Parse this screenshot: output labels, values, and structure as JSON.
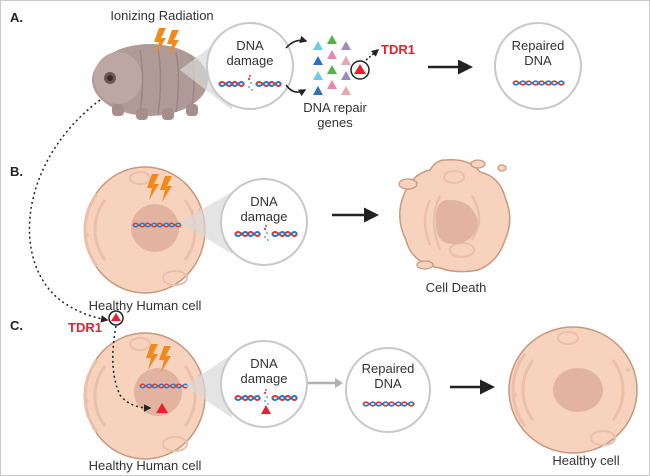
{
  "panels": {
    "a": {
      "label": "A.",
      "radiation_label": "Ionizing Radiation",
      "damage_bubble": {
        "line1": "DNA",
        "line2": "damage"
      },
      "genes_label": {
        "line1": "DNA repair",
        "line2": "genes"
      },
      "protein_label": "TDR1",
      "result_bubble": {
        "line1": "Repaired",
        "line2": "DNA"
      }
    },
    "b": {
      "label": "B.",
      "cell_label": "Healthy Human cell",
      "damage_bubble": {
        "line1": "DNA",
        "line2": "damage"
      },
      "outcome_label": "Cell Death"
    },
    "c": {
      "label": "C.",
      "protein_label": "TDR1",
      "cell_label": "Healthy Human cell",
      "damage_bubble": {
        "line1": "DNA",
        "line2": "damage"
      },
      "result_bubble": {
        "line1": "Repaired",
        "line2": "DNA"
      },
      "outcome_label": "Healthy cell"
    }
  },
  "colors": {
    "tdr1": "#e8202f",
    "bolt": "#f18a1c",
    "cell_fill": "#f7d2bd",
    "cell_stroke": "#c9987f",
    "nucleus": "#e2b4a0",
    "dna_red": "#d9383a",
    "dna_blue": "#2b79c2",
    "tardigrade": "#b09a97"
  },
  "gene_triangle_colors": [
    "#6ecbe6",
    "#55b246",
    "#2f6fc0",
    "#e48ab0",
    "#9a8bc0",
    "#e8a7ad"
  ]
}
